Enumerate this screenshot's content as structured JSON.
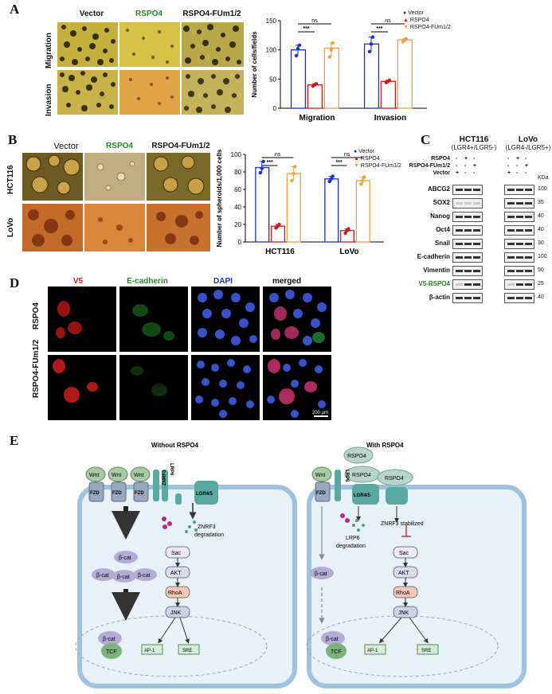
{
  "panelA": {
    "letter": "A",
    "columns": [
      "Vector",
      "RSPO4",
      "RSPO4-FUm1/2"
    ],
    "rows": [
      "Migration",
      "Invasion"
    ],
    "chart_data": {
      "type": "bar",
      "categories": [
        "Migration",
        "Invasion"
      ],
      "series": [
        {
          "name": "Vector",
          "values": [
            100,
            110
          ],
          "points": [
            [
              90,
              102,
              108
            ],
            [
              97,
              110,
              122
            ]
          ],
          "color": "#1a2fd1"
        },
        {
          "name": "RSPO4",
          "values": [
            40,
            46
          ],
          "points": [
            [
              38,
              40,
              42
            ],
            [
              44,
              46,
              48
            ]
          ],
          "color": "#d11a1a"
        },
        {
          "name": "RSPO4-FUm1/2",
          "values": [
            103,
            117
          ],
          "points": [
            [
              88,
              100,
              112
            ],
            [
              114,
              117,
              119
            ]
          ],
          "color": "#f0a040"
        }
      ],
      "ylabel": "Number of cells/fields",
      "ylim": [
        0,
        150
      ],
      "yticks": [
        0,
        50,
        100,
        150
      ],
      "sig": [
        "***",
        "ns",
        "***",
        "ns"
      ]
    }
  },
  "panelB": {
    "letter": "B",
    "columns": [
      "Vector",
      "RSPO4",
      "RSPO4-FUm1/2"
    ],
    "rows": [
      "HCT116",
      "LoVo"
    ],
    "chart_data": {
      "type": "bar",
      "categories": [
        "HCT116",
        "LoVo"
      ],
      "series": [
        {
          "name": "Vector",
          "values": [
            85,
            72
          ],
          "points": [
            [
              79,
              84,
              92
            ],
            [
              69,
              72,
              75
            ]
          ],
          "color": "#1a2fd1"
        },
        {
          "name": "RSPO4",
          "values": [
            18,
            13
          ],
          "points": [
            [
              16,
              18,
              20
            ],
            [
              10,
              13,
              15
            ]
          ],
          "color": "#d11a1a"
        },
        {
          "name": "RSPO4-FUm1/2",
          "values": [
            78,
            70
          ],
          "points": [
            [
              70,
              78,
              86
            ],
            [
              66,
              70,
              74
            ]
          ],
          "color": "#f0a040"
        }
      ],
      "ylabel": "Number of spheroids/1,000 cells",
      "ylim": [
        0,
        100
      ],
      "yticks": [
        0,
        20,
        40,
        60,
        80,
        100
      ],
      "sig": [
        "***",
        "ns",
        "***",
        "ns"
      ]
    }
  },
  "panelC": {
    "letter": "C",
    "line1": {
      "name": "HCT116",
      "sub": "(LGR4+/LGR5-)"
    },
    "line2": {
      "name": "LoVo",
      "sub": "(LGR4-/LGR5+)"
    },
    "conditions": [
      {
        "label": "RSPO4",
        "marks": [
          "-",
          "+",
          "-"
        ]
      },
      {
        "label": "RSPO4-FUm1/2",
        "marks": [
          "-",
          "-",
          "+"
        ]
      },
      {
        "label": "Vector",
        "marks": [
          "+",
          "-",
          "-"
        ]
      }
    ],
    "kda": "KDa",
    "blots": [
      {
        "label": "ABCG2",
        "mw": "100"
      },
      {
        "label": "SOX2",
        "mw": "35"
      },
      {
        "label": "Nanog",
        "mw": "40"
      },
      {
        "label": "Oct4",
        "mw": "40"
      },
      {
        "label": "Snail",
        "mw": "30"
      },
      {
        "label": "E-cadherin",
        "mw": "100"
      },
      {
        "label": "Vimentin",
        "mw": "50"
      },
      {
        "label": "V5-RSPO4",
        "mw": "25"
      },
      {
        "label": "β-actin",
        "mw": "40"
      }
    ]
  },
  "panelD": {
    "letter": "D",
    "columns": [
      "V5",
      "E-cadherin",
      "DAPI",
      "merged"
    ],
    "rows": [
      "RSPO4",
      "RSPO4-FUm1/2"
    ],
    "scale": "200 μm"
  },
  "panelE": {
    "letter": "E",
    "left": {
      "title": "Without RSPO4",
      "receptors": [
        "Wnt",
        "Wnt",
        "Wnt",
        "FZD",
        "FZD",
        "FZD"
      ],
      "lrp6": "LRP6",
      "znrf3": "ZNRF3",
      "lgr": "LGR4/5",
      "degradation": "ZNRF3\ndegradation",
      "pathway": [
        "Sac",
        "AKT",
        "RhoA",
        "JNK"
      ],
      "bcat": "β-cat",
      "tcf": "TCF",
      "ap1": "AP-1",
      "sre": "SRE"
    },
    "right": {
      "title": "With RSPO4",
      "rspo4": "RSPO4",
      "wnt": "Wnt",
      "fzd": "FZD",
      "lrp6": "LRP6",
      "lgr": "LGR4/5",
      "lrp6deg": "LRP6\ndegradation",
      "znrf3stab": "ZNRF3 stabilized",
      "pathway": [
        "Sac",
        "AKT",
        "RhoA",
        "JNK"
      ],
      "bcat": "β-cat",
      "tcf": "TCF",
      "ap1": "AP-1",
      "sre": "SRE"
    }
  },
  "colors": {
    "vector": "#1a2fd1",
    "rspo4": "#d11a1a",
    "fum": "#f0a040",
    "cell": "#e6f1f8",
    "membrane": "#9ec3df",
    "receptor": "#4f9a94"
  }
}
